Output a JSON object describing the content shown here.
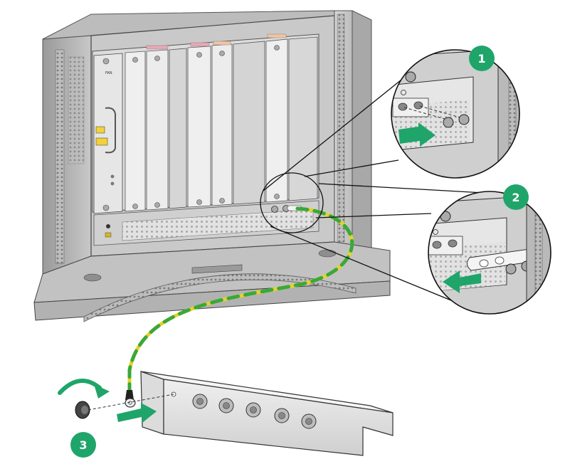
{
  "steps": [
    {
      "label": "1"
    },
    {
      "label": "2"
    },
    {
      "label": "3"
    }
  ],
  "device": {
    "card_label": "FAN"
  },
  "colors": {
    "step_badge": "#1fa56a",
    "arrow": "#1fa56a",
    "cable_yellow": "#e6d22a",
    "cable_green": "#3aa83a",
    "chassis": "#cfcfcf",
    "chassis_dark": "#9d9d9d",
    "line": "#222222"
  }
}
